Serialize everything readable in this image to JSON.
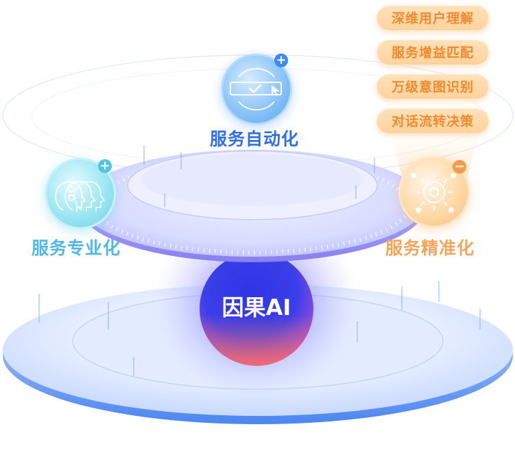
{
  "center": {
    "label": "因果AI"
  },
  "features": {
    "automation": {
      "label": "服务自动化",
      "badge": "+"
    },
    "professional": {
      "label": "服务专业化",
      "badge": "+"
    },
    "precision": {
      "label": "服务精准化",
      "badge": "−"
    }
  },
  "precision_items": [
    "深维用户理解",
    "服务增益匹配",
    "万级意图识别",
    "对话流转决策"
  ],
  "colors": {
    "automation": "#2f6fe8",
    "professional": "#52b7e4",
    "precision": "#f4a55c",
    "center_core": "#3d3cf0"
  }
}
